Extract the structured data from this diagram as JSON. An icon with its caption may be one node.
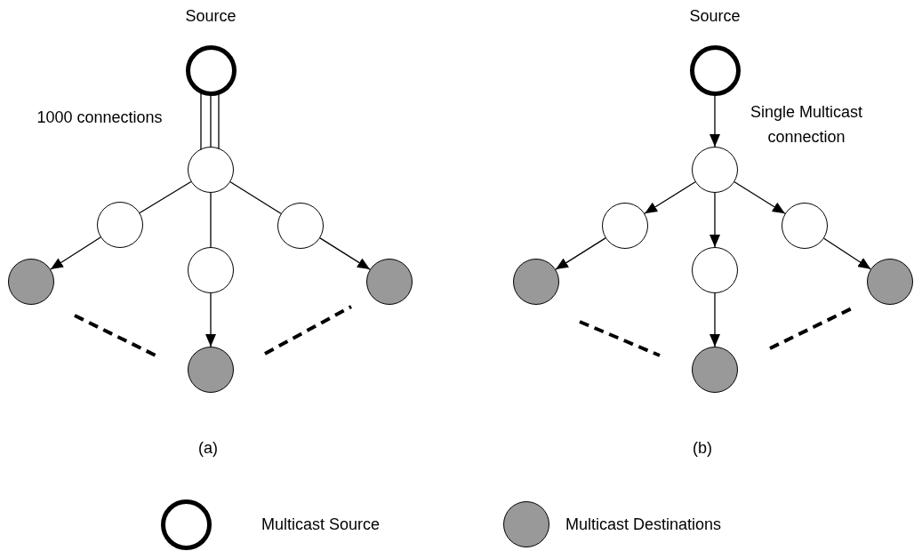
{
  "diagram": {
    "nodes": [
      {
        "text": [
          "Source"
        ]
      },
      {
        "text": [],
        "shape": "circle"
      },
      {
        "text": [],
        "shape": "circle"
      },
      {
        "text": [],
        "shape": "circle"
      },
      {
        "text": [],
        "shape": "circle"
      },
      {
        "text": [],
        "shape": "circle"
      },
      {
        "text": [],
        "shape": "circle"
      },
      {
        "text": [],
        "shape": "circle"
      },
      {
        "text": [
          "Source"
        ]
      },
      {
        "text": [],
        "shape": "circle"
      },
      {
        "text": [],
        "shape": "circle"
      },
      {
        "text": [],
        "shape": "circle"
      },
      {
        "text": [],
        "shape": "circle"
      },
      {
        "text": [],
        "shape": "circle"
      },
      {
        "text": [],
        "shape": "circle"
      },
      {
        "text": [],
        "shape": "circle"
      }
    ],
    "edges": [
      {
        "from": 0,
        "to": 1,
        "arrow": "none"
      },
      {
        "from": 0,
        "to": 1,
        "arrow": "none"
      },
      {
        "from": 0,
        "to": 1,
        "arrow": "none"
      },
      {
        "from": 1,
        "to": 2,
        "arrow": "none"
      },
      {
        "from": 2,
        "to": 5,
        "arrow": "to"
      },
      {
        "from": 1,
        "to": 4,
        "arrow": "none"
      },
      {
        "from": 4,
        "to": 7,
        "arrow": "to"
      },
      {
        "from": 1,
        "to": 3,
        "arrow": "none"
      },
      {
        "from": 3,
        "to": 6,
        "arrow": "to"
      },
      {
        "from": 8,
        "to": 9,
        "arrow": "to",
        "label": "Single Multicast connection"
      },
      {
        "from": 9,
        "to": 10,
        "arrow": "to"
      },
      {
        "from": 9,
        "to": 12,
        "arrow": "to"
      },
      {
        "from": 9,
        "to": 11,
        "arrow": "to"
      },
      {
        "from": 10,
        "to": 13,
        "arrow": "to"
      },
      {
        "from": 12,
        "to": 15,
        "arrow": "to"
      },
      {
        "from": 11,
        "to": 14,
        "arrow": "to"
      }
    ],
    "labels": [
      "1000 connections",
      "(a)",
      "(b)"
    ],
    "legend": [
      {
        "text": "Multicast Source"
      },
      {
        "text": "Multicast Destinations",
        "color": "#999999"
      }
    ]
  }
}
